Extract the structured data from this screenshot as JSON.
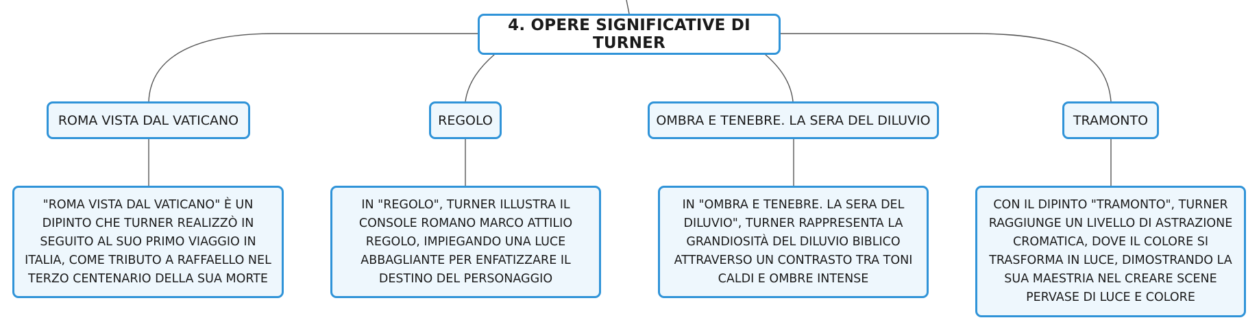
{
  "root": {
    "label": "4. OPERE SIGNIFICATIVE DI TURNER"
  },
  "branches": [
    {
      "title": "ROMA VISTA DAL VATICANO",
      "description": "\"ROMA VISTA DAL VATICANO\" È UN DIPINTO CHE TURNER REALIZZÒ IN SEGUITO AL SUO PRIMO VIAGGIO IN ITALIA, COME TRIBUTO A RAFFAELLO NEL TERZO CENTENARIO DELLA SUA MORTE"
    },
    {
      "title": "REGOLO",
      "description": "IN \"REGOLO\", TURNER ILLUSTRA IL CONSOLE ROMANO MARCO ATTILIO REGOLO, IMPIEGANDO UNA LUCE ABBAGLIANTE PER ENFATIZZARE IL DESTINO DEL PERSONAGGIO"
    },
    {
      "title": "OMBRA E TENEBRE. LA SERA DEL DILUVIO",
      "description": "IN \"OMBRA E TENEBRE. LA SERA DEL DILUVIO\", TURNER RAPPRESENTA LA GRANDIOSITÀ DEL DILUVIO BIBLICO ATTRAVERSO UN CONTRASTO TRA TONI CALDI E OMBRE INTENSE"
    },
    {
      "title": "TRAMONTO",
      "description": "CON IL DIPINTO \"TRAMONTO\", TURNER RAGGIUNGE UN LIVELLO DI ASTRAZIONE CROMATICA, DOVE IL COLORE SI TRASFORMA IN LUCE, DIMOSTRANDO LA SUA MAESTRIA NEL CREARE SCENE PERVASE DI LUCE E COLORE"
    }
  ]
}
